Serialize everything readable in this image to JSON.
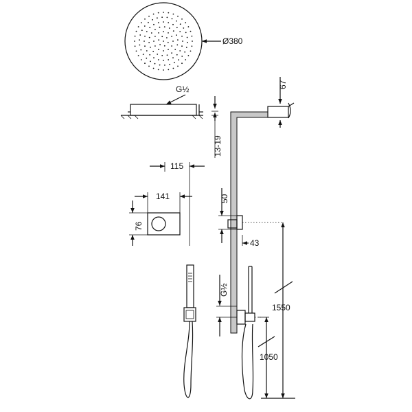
{
  "dimensions": {
    "head_diameter": "Ø380",
    "head_thread": "G",
    "side_depth": "67",
    "ceiling_gap": "13-19",
    "plate_width_outer": "115",
    "plate_width_inner": "141",
    "plate_height": "76",
    "outlet_height": "50",
    "outlet_depth": "43",
    "inlet_thread": "G",
    "height_upper": "1550",
    "height_lower": "1050"
  },
  "fraction_glyph": "½",
  "colors": {
    "line": "#111111",
    "wall": "#c8c8c8"
  }
}
